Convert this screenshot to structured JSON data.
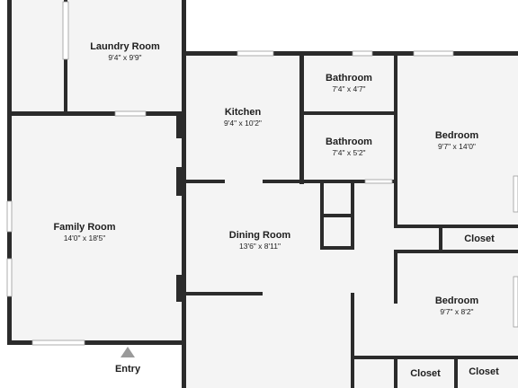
{
  "rooms": [
    {
      "name": "Laundry Room",
      "dims": "9'4\" x 9'9\""
    },
    {
      "name": "Kitchen",
      "dims": "9'4\" x 10'2\""
    },
    {
      "name": "Bathroom",
      "dims": "7'4\" x 4'7\""
    },
    {
      "name": "Bathroom",
      "dims": "7'4\" x 5'2\""
    },
    {
      "name": "Bedroom",
      "dims": "9'7\" x 14'0\""
    },
    {
      "name": "Family Room",
      "dims": "14'0\" x 18'5\""
    },
    {
      "name": "Dining Room",
      "dims": "13'6\" x 8'11\""
    },
    {
      "name": "Closet",
      "dims": ""
    },
    {
      "name": "Bedroom",
      "dims": "9'7\" x 8'2\""
    },
    {
      "name": "Closet",
      "dims": ""
    },
    {
      "name": "Closet",
      "dims": ""
    }
  ],
  "entry": {
    "label": "Entry"
  },
  "colors": {
    "wall": "#2b2b2b",
    "floor": "#f4f4f4",
    "background": "#ffffff"
  }
}
